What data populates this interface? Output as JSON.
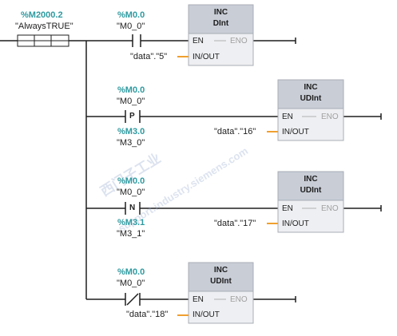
{
  "rail_contact": {
    "address": "%M2000.2",
    "symbol": "\"AlwaysTRUE\""
  },
  "networks": [
    {
      "address": "%M0.0",
      "symbol": "\"M0_0\"",
      "contact_type": "normally-open",
      "block": {
        "instruction": "INC",
        "data_type": "DInt",
        "en": "EN",
        "eno": "ENO",
        "inout": "IN/OUT",
        "operand": "\"data\".\"5\""
      }
    },
    {
      "address": "%M0.0",
      "symbol": "\"M0_0\"",
      "contact_type": "positive-edge",
      "edge_letter": "P",
      "edge_address": "%M3.0",
      "edge_symbol": "\"M3_0\"",
      "block": {
        "instruction": "INC",
        "data_type": "UDInt",
        "en": "EN",
        "eno": "ENO",
        "inout": "IN/OUT",
        "operand": "\"data\".\"16\""
      }
    },
    {
      "address": "%M0.0",
      "symbol": "\"M0_0\"",
      "contact_type": "negative-edge",
      "edge_letter": "N",
      "edge_address": "%M3.1",
      "edge_symbol": "\"M3_1\"",
      "block": {
        "instruction": "INC",
        "data_type": "UDInt",
        "en": "EN",
        "eno": "ENO",
        "inout": "IN/OUT",
        "operand": "\"data\".\"17\""
      }
    },
    {
      "address": "%M0.0",
      "symbol": "\"M0_0\"",
      "contact_type": "normally-closed",
      "block": {
        "instruction": "INC",
        "data_type": "UDInt",
        "en": "EN",
        "eno": "ENO",
        "inout": "IN/OUT",
        "operand": "\"data\".\"18\""
      }
    }
  ],
  "colors": {
    "wire": "#1e1e1e",
    "address": "#2d9aa0",
    "block_header": "#c8cdd6",
    "block_body": "#eeeff2",
    "operand_line": "#f0a030"
  },
  "watermark": [
    "西门子工业",
    "support.industry.siemens.com"
  ]
}
